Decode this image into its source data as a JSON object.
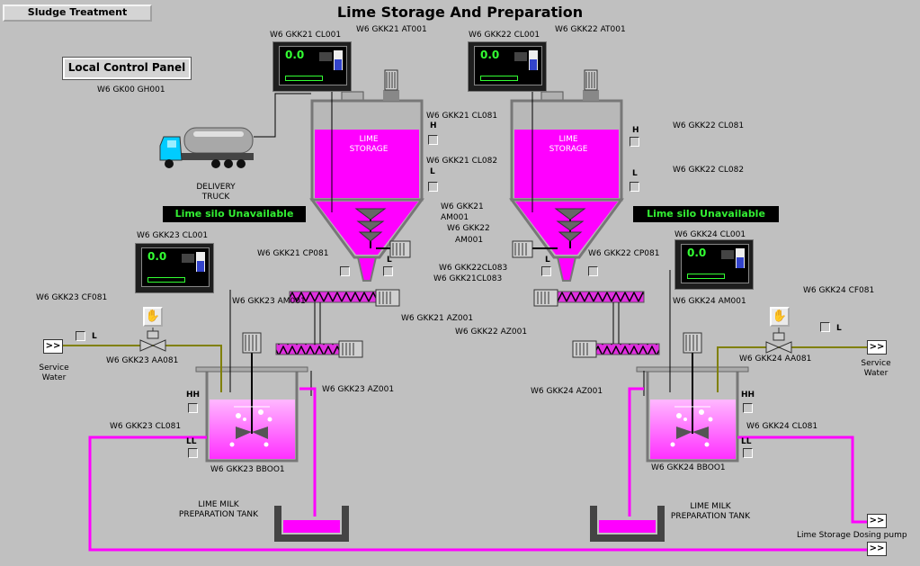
{
  "header": {
    "title": "Lime Storage And Preparation"
  },
  "nav": {
    "sludge_button": "Sludge Treatment",
    "local_panel_button": "Local Control Panel",
    "local_panel_tag": "W6 GK00 GH001"
  },
  "silo_left": {
    "controller_tag": "W6 GKK21 CL001",
    "analyzer_tag": "W6 GKK21 AT001",
    "high_level_tag": "W6 GKK21 CL081",
    "low_level_tag": "W6 GKK21 CL082",
    "agitator_tag": "W6 GKK21",
    "agitator_tag2": "AM001",
    "pressure_tag": "W6 GKK21 CP081",
    "level_tag": "W6 GKK21CL083",
    "screw_tag": "W6 GKK21 AZ001",
    "storage_label1": "LIME",
    "storage_label2": "STORAGE",
    "status": "Lime silo Unavailable",
    "display_value": "0.0"
  },
  "silo_right": {
    "controller_tag": "W6 GKK22 CL001",
    "analyzer_tag": "W6 GKK22 AT001",
    "high_level_tag": "W6 GKK22 CL081",
    "low_level_tag": "W6 GKK22 CL082",
    "agitator_tag": "W6 GKK22",
    "agitator_tag2": "AM001",
    "pressure_tag": "W6 GKK22 CP081",
    "level_tag": "W6 GKK22CL083",
    "screw_tag": "W6 GKK22 AZ001",
    "storage_label1": "LIME",
    "storage_label2": "STORAGE",
    "status": "Lime silo Unavailable",
    "display_value": "0.0"
  },
  "tank_left": {
    "controller_tag": "W6 GKK23 CL001",
    "flow_tag": "W6 GKK23 CF081",
    "screw_motor_tag": "W6 GKK23 AM001",
    "valve_tag": "W6 GKK23 AA081",
    "agitator_tag": "W6 GKK23 AZ001",
    "level_tag": "W6 GKK23 CL081",
    "tank_tag": "W6 GKK23 BBOO1",
    "display_value": "0.0",
    "tank_label1": "LIME MILK",
    "tank_label2": "PREPARATION TANK"
  },
  "tank_right": {
    "controller_tag": "W6 GKK24 CL001",
    "flow_tag": "W6 GKK24 CF081",
    "screw_motor_tag": "W6 GKK24 AM001",
    "valve_tag": "W6 GKK24 AA081",
    "agitator_tag": "W6 GKK24 AZ001",
    "level_tag": "W6 GKK24 CL081",
    "tank_tag": "W6 GKK24 BBOO1",
    "display_value": "0.0",
    "tank_label1": "LIME MILK",
    "tank_label2": "PREPARATION TANK"
  },
  "truck": {
    "label1": "DELIVERY",
    "label2": "TRUCK"
  },
  "service_water": {
    "label1": "Service",
    "label2": "Water",
    "button": ">>"
  },
  "letters": {
    "h": "H",
    "l": "L",
    "hh": "HH",
    "ll": "LL"
  },
  "dosing": {
    "label": "Lime Storage Dosing pump",
    "button": ">>"
  },
  "colors": {
    "lime_fill": "#ff00ff",
    "water_pipe": "#808000",
    "status_text": "#33ee33"
  }
}
